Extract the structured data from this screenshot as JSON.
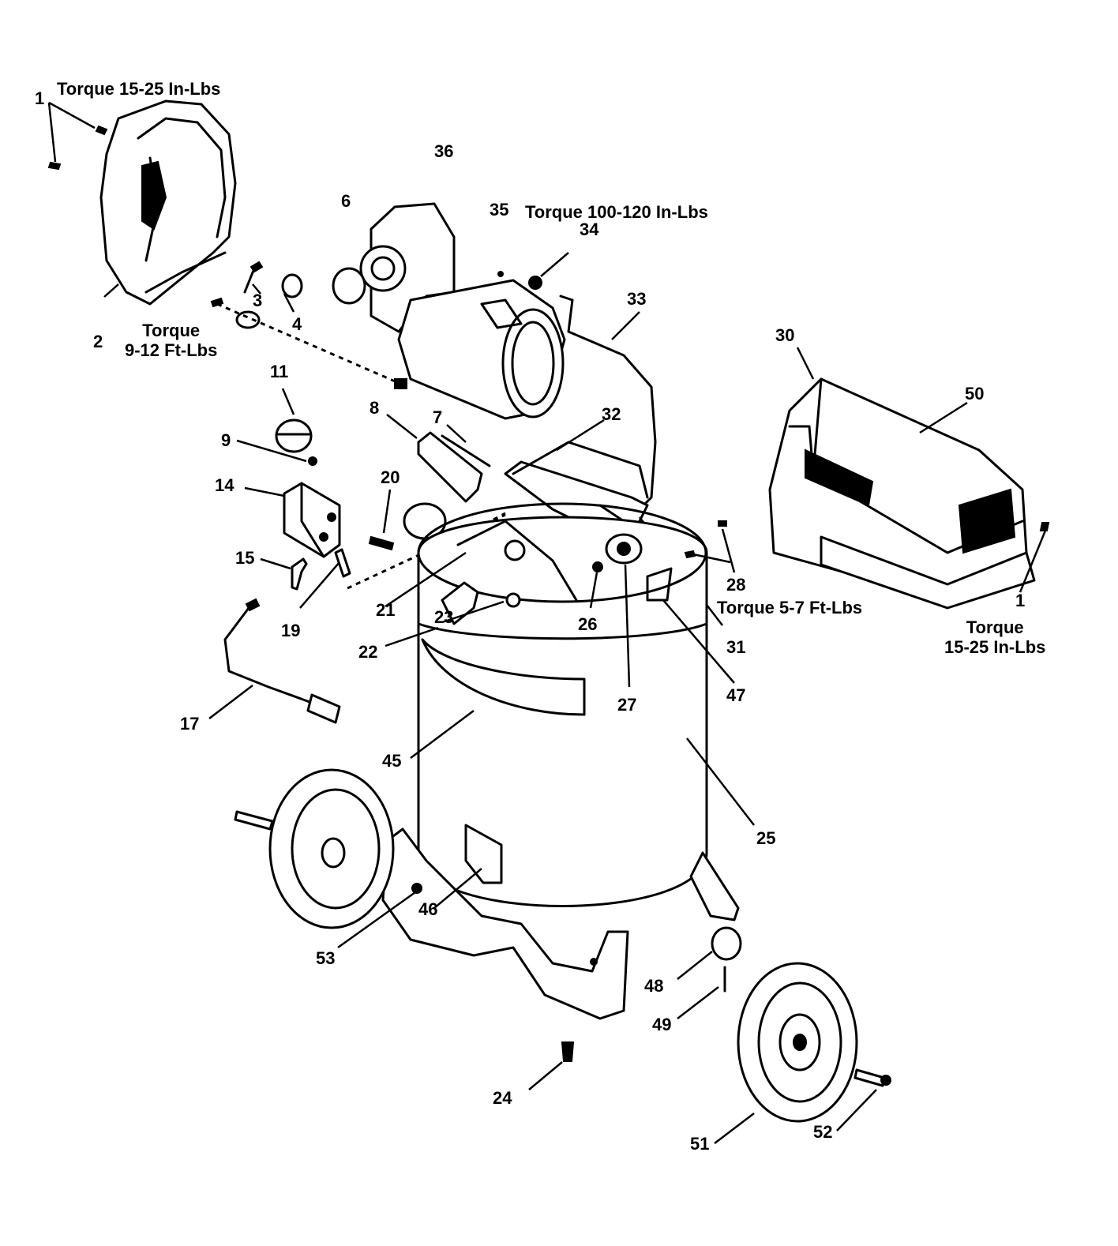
{
  "parts": [
    {
      "id": "1",
      "label": "1"
    },
    {
      "id": "1b",
      "label": "1"
    },
    {
      "id": "2",
      "label": "2"
    },
    {
      "id": "3",
      "label": "3"
    },
    {
      "id": "4",
      "label": "4"
    },
    {
      "id": "6",
      "label": "6"
    },
    {
      "id": "7",
      "label": "7"
    },
    {
      "id": "8",
      "label": "8"
    },
    {
      "id": "9",
      "label": "9"
    },
    {
      "id": "11",
      "label": "11"
    },
    {
      "id": "14",
      "label": "14"
    },
    {
      "id": "15",
      "label": "15"
    },
    {
      "id": "17",
      "label": "17"
    },
    {
      "id": "19",
      "label": "19"
    },
    {
      "id": "20",
      "label": "20"
    },
    {
      "id": "21",
      "label": "21"
    },
    {
      "id": "22",
      "label": "22"
    },
    {
      "id": "23",
      "label": "23"
    },
    {
      "id": "24",
      "label": "24"
    },
    {
      "id": "25",
      "label": "25"
    },
    {
      "id": "26",
      "label": "26"
    },
    {
      "id": "27",
      "label": "27"
    },
    {
      "id": "28",
      "label": "28"
    },
    {
      "id": "30",
      "label": "30"
    },
    {
      "id": "31",
      "label": "31"
    },
    {
      "id": "32",
      "label": "32"
    },
    {
      "id": "33",
      "label": "33"
    },
    {
      "id": "34",
      "label": "34"
    },
    {
      "id": "35",
      "label": "35"
    },
    {
      "id": "36",
      "label": "36"
    },
    {
      "id": "45",
      "label": "45"
    },
    {
      "id": "46",
      "label": "46"
    },
    {
      "id": "47",
      "label": "47"
    },
    {
      "id": "48",
      "label": "48"
    },
    {
      "id": "49",
      "label": "49"
    },
    {
      "id": "50",
      "label": "50"
    },
    {
      "id": "51",
      "label": "51"
    },
    {
      "id": "52",
      "label": "52"
    },
    {
      "id": "53",
      "label": "53"
    }
  ],
  "torque_notes": {
    "shroud_left": {
      "line1": "Torque 15-25 In-Lbs"
    },
    "pump_bolts": {
      "line1": "Torque",
      "line2": "9-12 Ft-Lbs"
    },
    "motor_bolt": {
      "line1": "Torque 100-120 In-Lbs"
    },
    "manifold": {
      "line1": "Torque 5-7 Ft-Lbs"
    },
    "shroud_right": {
      "line1": "Torque",
      "line2": "15-25 In-Lbs"
    }
  }
}
